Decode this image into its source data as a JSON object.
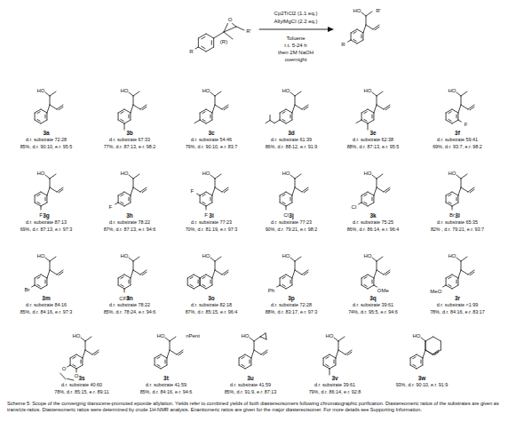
{
  "diagram": {
    "caption": "Scheme 5: Scope of the converging titanocene-promoted epoxide allylation. Yields refer to combined yields of both diastereoisomers following chromatographic purification. Diastereomeric ratios of the substrates are given as trans/cis-ratios. Diastereomeric ratios were determined by crude 1H-NMR analysis. Enantiomeric ratios are given for the major diastereoisomer. For more details see Supporting Information.",
    "labels": [
      "(R)",
      "R'",
      "O",
      "R",
      "Cp2TiCl2 (1.1 eq.)",
      "AllylMgCl (2.2 eq.)",
      "Toluene",
      "r.t. 5-24 h",
      "then 2M NaOH",
      "overnight",
      "HO",
      "R'",
      "R",
      "HO",
      "3a",
      "d.r. substrate 72:28",
      "85%, d.r. 90:10, e.r. 95:5",
      "HO",
      "3b",
      "d.r. substrate 67:33",
      "77%, d.r. 87:13, e.r. 98:2",
      "HO",
      "3c",
      "d.r. substrate 54:46",
      "79%, d.r. 90:10, e.r. 83:7",
      "HO",
      "3d",
      "d.r. substrate 61:39",
      "86%, d.r. 88:12, e.r. 91:9",
      "HO",
      "3e",
      "d.r. substrate 62:38",
      "88%, d.r. 87:13, e.r. 95:5",
      "HO",
      "F",
      "3f",
      "d.r. substrate 59:41",
      "69%, d.r. 93:7, e.r. 98:2",
      "HO",
      "F",
      "3g",
      "d.r. substrate 87:13",
      "69%, d.r. 87:13, e.r. 97:3",
      "HO",
      "F",
      "3h",
      "d.r. substrate 78:22",
      "87%, d.r. 87:13, e.r. 94:6",
      "HO",
      "F",
      "F",
      "3i",
      "d.r. substrate 77:23",
      "70%, d.r. 81:19, e.r. 97:3",
      "HO",
      "Cl",
      "3j",
      "d.r. substrate 77:23",
      "90%, d.r. 79:21, e.r. 98:2",
      "HO",
      "Cl",
      "3k",
      "d.r. substrate 75:25",
      "86%, d.r. 86:14, e.r. 96:4",
      "HO",
      "Br",
      "3l",
      "d.r. substrate 65:35",
      "82% , d.r. 79:21, e.r. 93:7",
      "HO",
      "Br",
      "3m",
      "d.r. substrate 84:16",
      "85%, d.r. 84:16, e.r. 97:3",
      "HO",
      "CF3",
      "3n",
      "d.r. substrate 78:22",
      "85%, d.r. 78:24, e.r. 94:6",
      "HO",
      "3o",
      "d.r. substrate 82:18",
      "87%, d.r. 85:15, e.r. 96:4",
      "HO",
      "Ph",
      "3p",
      "d.r. substrate 72:28",
      "88%, d.r. 83:17, e.r. 97:3",
      "HO",
      "OMe",
      "3q",
      "d.r. substrate 39:61",
      "74%, d.r. 95:5, e.r. 94:6",
      "HO",
      "MeO",
      "3r",
      "d.r. substrate <1:99",
      "78%, d.r. 84:16, e.r. 83:17",
      "HO",
      "O",
      "O",
      "3s",
      "d.r. substrate 40:60",
      "78%, d.r. 85:15, e.r. 89:11",
      "HO",
      "nPent",
      "3t",
      "d.r. substrate 41:59",
      "85%, d.r. 84:16, e.r. 94:6",
      "HO",
      "3u",
      "d.r. substrate 41:59",
      "85%, d.r. 91:9, e.r. 87:13",
      "HO",
      "3v",
      "d.r. substrate 39:61",
      "79%, d.r. 86:14, e.r. 92:8",
      "HO",
      "3w",
      "93%, d.r. 90:10, e.r. 91:9"
    ]
  }
}
